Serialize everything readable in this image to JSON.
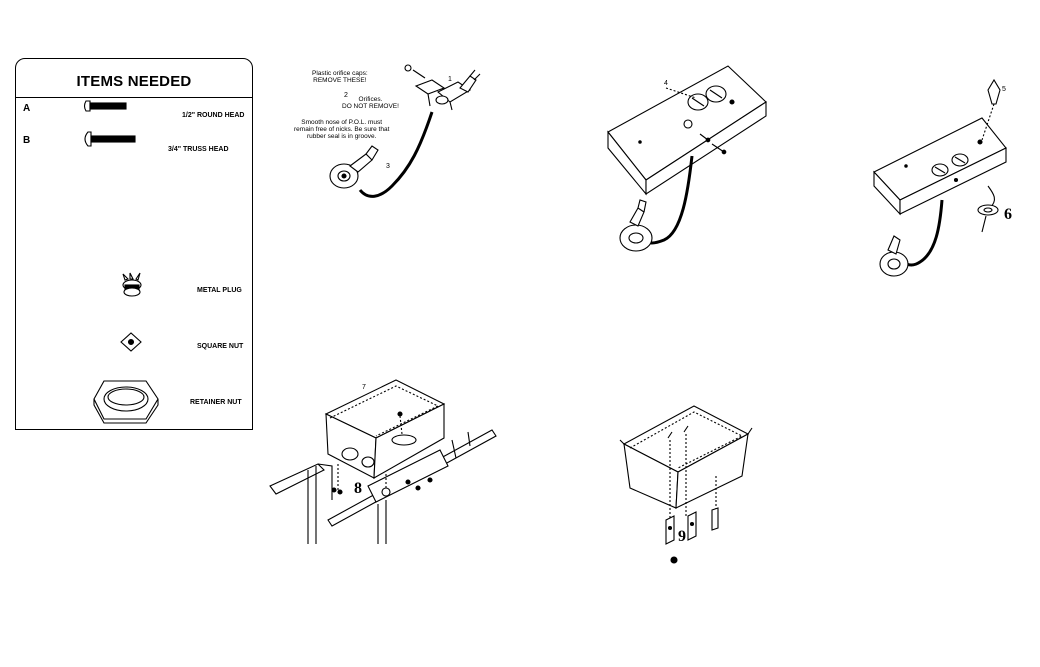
{
  "items_panel": {
    "title": "ITEMS NEEDED",
    "items": [
      {
        "letter": "A",
        "label": "1/2\" ROUND HEAD"
      },
      {
        "letter": "B",
        "label": "3/4\" TRUSS HEAD"
      },
      {
        "letter": "",
        "label": "METAL PLUG"
      },
      {
        "letter": "",
        "label": "SQUARE NUT"
      },
      {
        "letter": "",
        "label": "RETAINER NUT"
      }
    ]
  },
  "step1": {
    "callout_caps": "Plastic orifice caps:\nREMOVE THESE!",
    "callout_orifices": "Orifices.\nDO NOT REMOVE!",
    "callout_pol": "Smooth nose of P.O.L. must\nremain free of nicks. Be sure that\nrubber seal is in groove.",
    "numbers": {
      "n1": "1",
      "n2": "2",
      "n3": "3"
    }
  },
  "step2": {
    "number": "4"
  },
  "step3": {
    "number": "5",
    "big_number": "6"
  },
  "step4": {
    "number": "7",
    "big_number": "8"
  },
  "step5": {
    "big_number": "9"
  }
}
